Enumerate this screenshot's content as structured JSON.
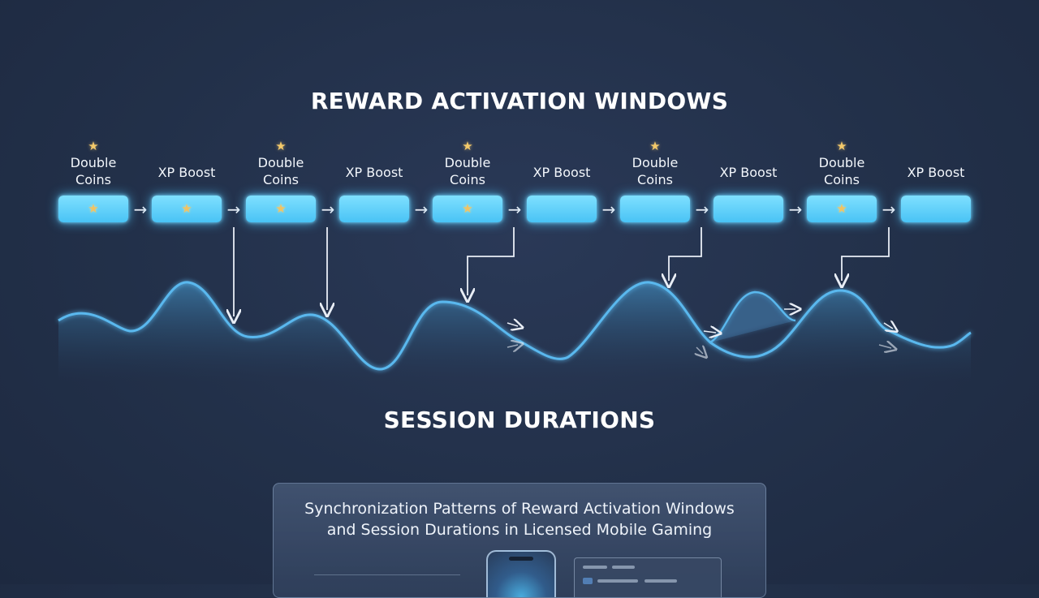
{
  "title_top": "REWARD ACTIVATION WINDOWS",
  "title_bottom": "SESSION DURATIONS",
  "caption": {
    "line1": "Synchronization Patterns of Reward Activation Windows",
    "line2": "and Session Durations in Licensed Mobile Gaming"
  },
  "windows": [
    {
      "label_line1": "Double",
      "label_line2": "Coins",
      "starred": true,
      "top_star": true
    },
    {
      "label_line1": "XP Boost",
      "label_line2": "",
      "starred": true,
      "top_star": false
    },
    {
      "label_line1": "Double",
      "label_line2": "Coins",
      "starred": true,
      "top_star": true
    },
    {
      "label_line1": "XP Boost",
      "label_line2": "",
      "starred": false,
      "top_star": false
    },
    {
      "label_line1": "Double",
      "label_line2": "Coins",
      "starred": true,
      "top_star": true
    },
    {
      "label_line1": "XP Boost",
      "label_line2": "",
      "starred": false,
      "top_star": false
    },
    {
      "label_line1": "Double",
      "label_line2": "Coins",
      "starred": false,
      "top_star": true
    },
    {
      "label_line1": "XP Boost",
      "label_line2": "",
      "starred": false,
      "top_star": false
    },
    {
      "label_line1": "Double",
      "label_line2": "Coins",
      "starred": true,
      "top_star": true
    },
    {
      "label_line1": "XP Boost",
      "label_line2": "",
      "starred": false,
      "top_star": false
    }
  ],
  "icons": {
    "star": "star-icon",
    "flow_arrow": "arrow-right-icon",
    "link_arrow": "arrow-down-icon"
  },
  "colors": {
    "background": "#223049",
    "window_fill": "#5ccdf8",
    "wave_stroke": "#5ab8ee",
    "star": "#f3c96a",
    "arrow": "#e9eef6"
  }
}
